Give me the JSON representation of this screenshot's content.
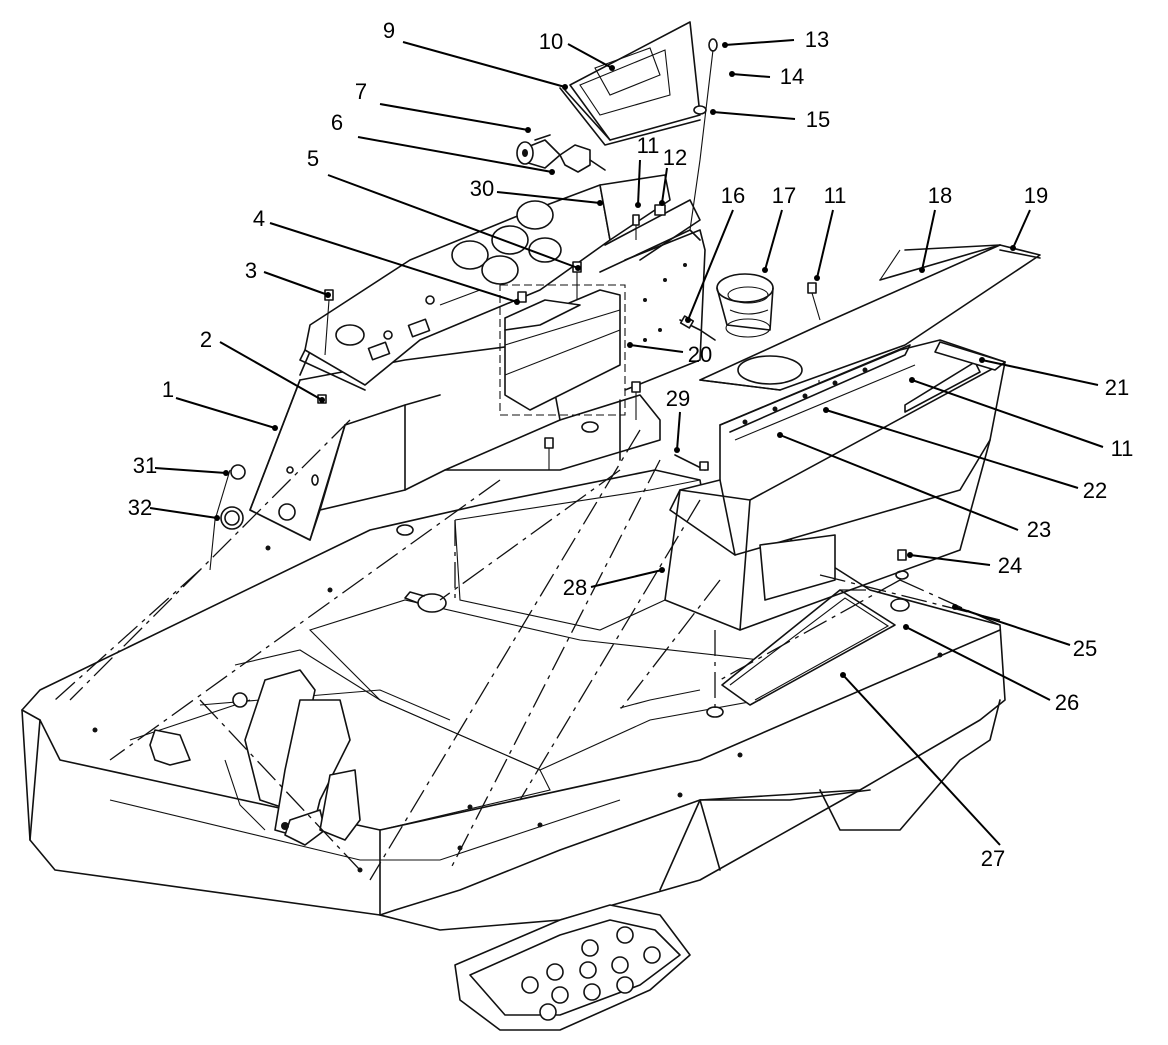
{
  "callouts": [
    {
      "num": "1"
    },
    {
      "num": "2"
    },
    {
      "num": "3"
    },
    {
      "num": "4"
    },
    {
      "num": "5"
    },
    {
      "num": "6"
    },
    {
      "num": "7"
    },
    {
      "num": "9"
    },
    {
      "num": "10"
    },
    {
      "num": "11"
    },
    {
      "num": "12"
    },
    {
      "num": "13"
    },
    {
      "num": "14"
    },
    {
      "num": "15"
    },
    {
      "num": "16"
    },
    {
      "num": "17"
    },
    {
      "num": "11"
    },
    {
      "num": "18"
    },
    {
      "num": "19"
    },
    {
      "num": "20"
    },
    {
      "num": "21"
    },
    {
      "num": "11"
    },
    {
      "num": "22"
    },
    {
      "num": "23"
    },
    {
      "num": "24"
    },
    {
      "num": "25"
    },
    {
      "num": "26"
    },
    {
      "num": "27"
    },
    {
      "num": "28"
    },
    {
      "num": "29"
    },
    {
      "num": "30"
    },
    {
      "num": "31"
    },
    {
      "num": "32"
    }
  ]
}
